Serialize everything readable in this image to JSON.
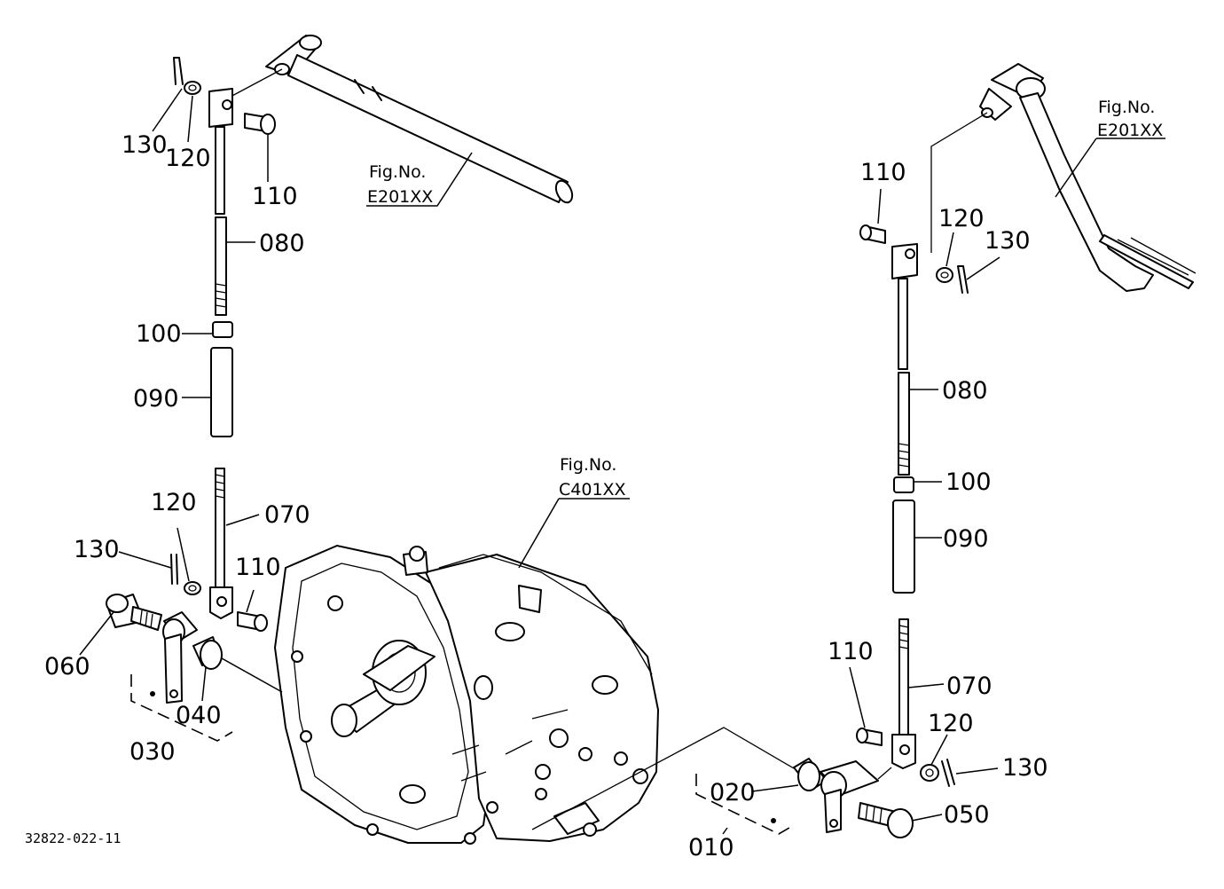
{
  "figure_refs": {
    "top_left": {
      "label": "Fig.No.",
      "code": "E201XX"
    },
    "top_right": {
      "label": "Fig.No.",
      "code": "E201XX"
    },
    "center": {
      "label": "Fig.No.",
      "code": "C401XX"
    }
  },
  "callouts": {
    "tl_130": "130",
    "tl_120": "120",
    "tl_110": "110",
    "l_080": "080",
    "l_100": "100",
    "l_090": "090",
    "l_070": "070",
    "l_120": "120",
    "l_130": "130",
    "l_110": "110",
    "l_060": "060",
    "l_040": "040",
    "l_030": "030",
    "r_110_top": "110",
    "r_120_top": "120",
    "r_130_top": "130",
    "r_080": "080",
    "r_100": "100",
    "r_090": "090",
    "r_110": "110",
    "r_070": "070",
    "r_120": "120",
    "r_130": "130",
    "r_020": "020",
    "r_050": "050",
    "r_010": "010"
  },
  "drawing_number": "32822-022-11"
}
